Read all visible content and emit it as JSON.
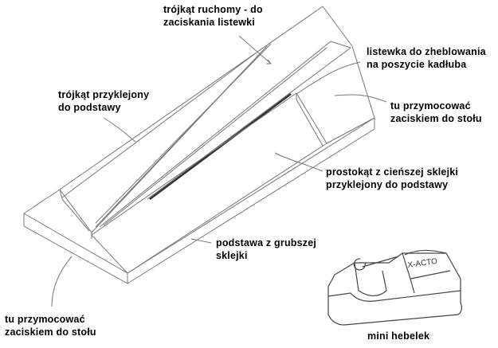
{
  "labels": {
    "moving_triangle": [
      "trójkąt ruchomy - do",
      "zaciskania listewki"
    ],
    "strip": [
      "listewka do zheblowania",
      "na poszycie kadłuba"
    ],
    "glued_triangle": [
      "trójkąt przyklejony",
      "do podstawy"
    ],
    "clamp_right": [
      "tu przymocować",
      "zaciskiem do stołu"
    ],
    "thin_rectangle": [
      "prostokąt z cieńszej sklejki",
      "przyklejony do podstawy"
    ],
    "base": [
      "podstawa z grubszej",
      "sklejki"
    ],
    "clamp_left": [
      "tu przymocować",
      "zaciskiem do stołu"
    ],
    "plane": "mini hebelek",
    "plane_brand": "X-ACTO"
  }
}
